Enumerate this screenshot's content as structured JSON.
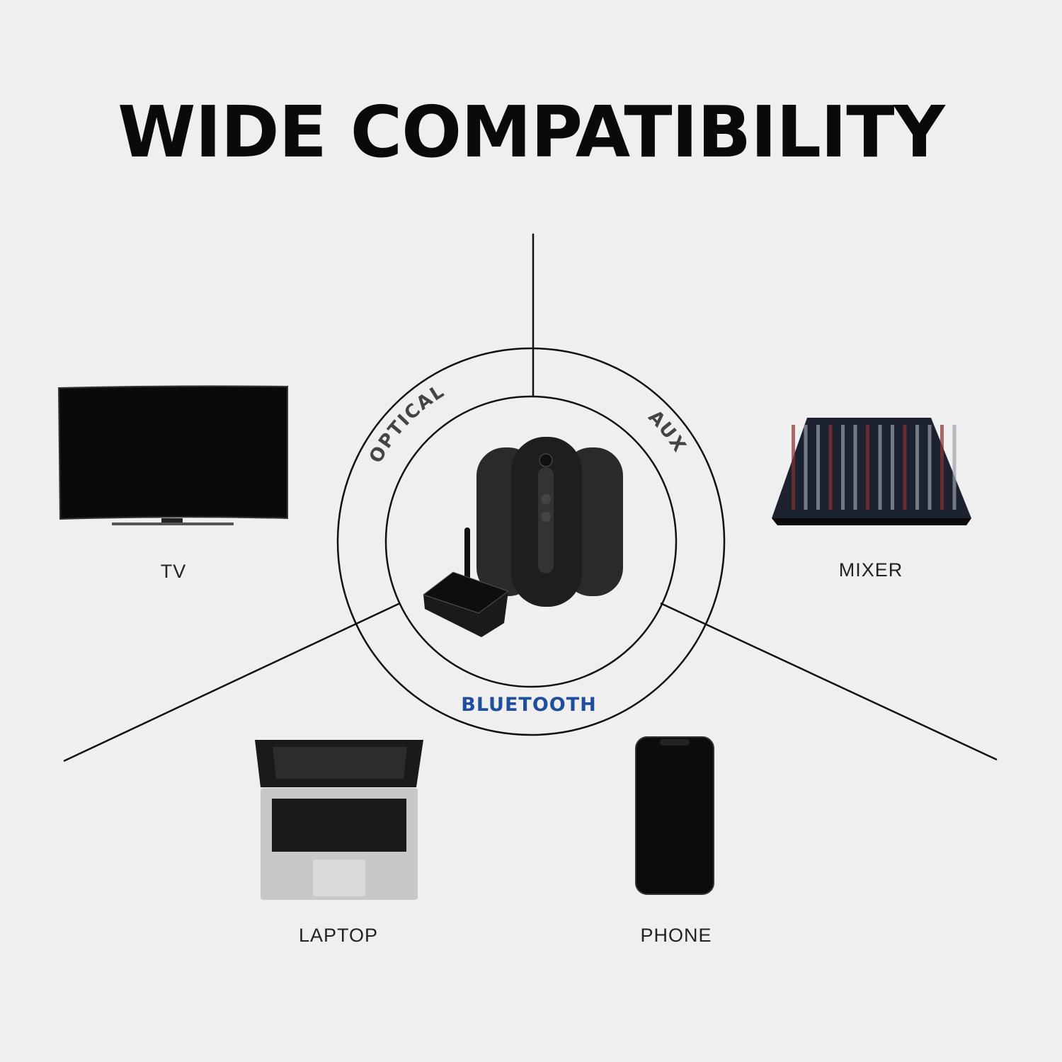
{
  "title": "WIDE COMPATIBILITY",
  "connections": {
    "optical": "OPTICAL",
    "aux": "AUX",
    "bluetooth": "BLUETOOTH"
  },
  "devices": {
    "tv": "TV",
    "mixer": "MIXER",
    "laptop": "LAPTOP",
    "phone": "PHONE"
  },
  "colors": {
    "background": "#efefef",
    "bluetooth_accent": "#1f4e9c",
    "connection_label": "#444444"
  }
}
